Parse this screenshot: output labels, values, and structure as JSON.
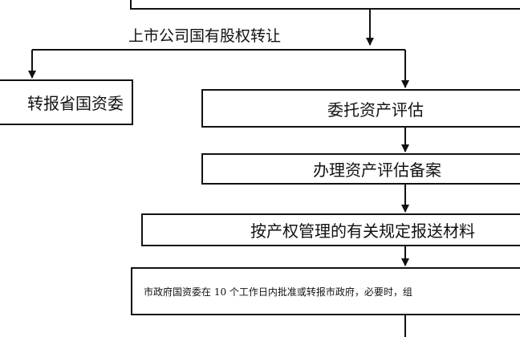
{
  "diagram": {
    "edge_label": "上市公司国有股权转让",
    "nodes": {
      "report_province": "转报省国资委",
      "entrust_valuation": "委托资产评估",
      "valuation_filing": "办理资产评估备案",
      "submit_materials": "按产权管理的有关规定报送材料",
      "city_sasac_approval": "市政府国资委在 10 个工作日内批准或转报市政府，必要时，组"
    }
  }
}
